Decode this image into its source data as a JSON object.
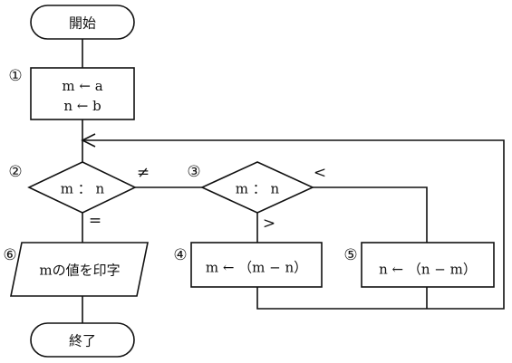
{
  "flowchart": {
    "start": "開始",
    "end": "終了",
    "steps": {
      "s1": {
        "number": "①",
        "line1": "m ← a",
        "line2": "n ← b"
      },
      "s2": {
        "number": "②",
        "label": "m ： n"
      },
      "s3": {
        "number": "③",
        "label": "m ： n"
      },
      "s4": {
        "number": "④",
        "label": "m ← （m − n）"
      },
      "s5": {
        "number": "⑤",
        "label": "n ← （n − m）"
      },
      "s6": {
        "number": "⑥",
        "label": "mの値を印字"
      }
    },
    "branches": {
      "not_equal": "≠",
      "equal": "=",
      "less": "<",
      "greater": ">"
    }
  }
}
